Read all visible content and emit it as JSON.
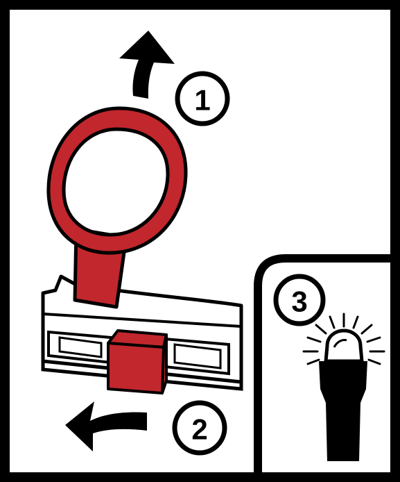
{
  "steps": [
    {
      "number": "1",
      "action": "pull-tab-up"
    },
    {
      "number": "2",
      "action": "slide-latch-left"
    },
    {
      "number": "3",
      "action": "bulb-lights"
    }
  ],
  "colors": {
    "accent": "#c1272d",
    "outline": "#000000",
    "background": "#ffffff"
  },
  "icons": [
    "arrow-up-icon",
    "arrow-left-icon",
    "light-bulb-icon",
    "pull-tab-icon",
    "bulb-holder-icon"
  ]
}
